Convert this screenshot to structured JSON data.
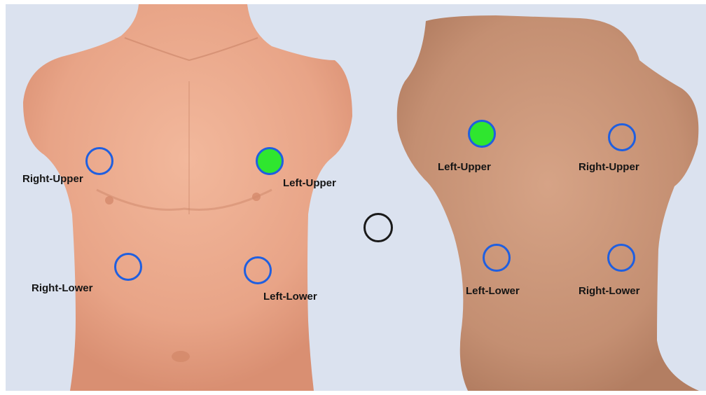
{
  "front": {
    "spots": [
      {
        "label": "Right-Upper",
        "active": false
      },
      {
        "label": "Left-Upper",
        "active": true
      },
      {
        "label": "Right-Lower",
        "active": false
      },
      {
        "label": "Left-Lower",
        "active": false
      }
    ]
  },
  "back": {
    "spots": [
      {
        "label": "Left-Upper",
        "active": true
      },
      {
        "label": "Right-Upper",
        "active": false
      },
      {
        "label": "Left-Lower",
        "active": false
      },
      {
        "label": "Right-Lower",
        "active": false
      }
    ]
  },
  "colors": {
    "background": "#dbe2ef",
    "front_skin": "#e8a78a",
    "back_skin": "#c99478",
    "ring": "#1f5fe0",
    "active_fill": "#2fe62f",
    "neutral_ring": "#1a1a1a"
  }
}
